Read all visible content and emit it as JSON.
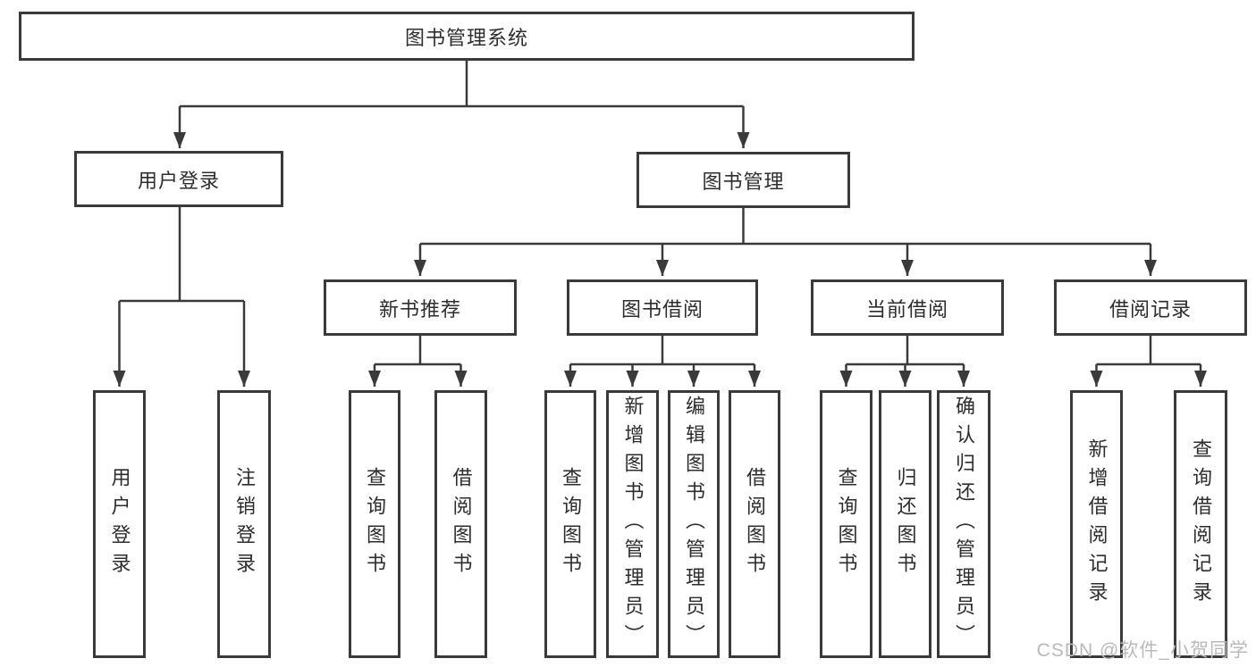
{
  "watermark": "CSDN @软件_小贺同学",
  "colors": {
    "line": "#3a3a3a",
    "box_border": "#3a3a3a",
    "text": "#2d2d2d",
    "watermark": "#b9b9b9",
    "background": "#ffffff"
  },
  "tree": {
    "root": {
      "label": "图书管理系统"
    },
    "login_branch": {
      "label": "用户登录",
      "children": [
        {
          "label": "用户登录"
        },
        {
          "label": "注销登录"
        }
      ]
    },
    "management_branch": {
      "label": "图书管理",
      "modules": [
        {
          "label": "新书推荐",
          "children": [
            {
              "label": "查询图书"
            },
            {
              "label": "借阅图书"
            }
          ]
        },
        {
          "label": "图书借阅",
          "children": [
            {
              "label": "查询图书"
            },
            {
              "label": "新增图书（管理员）"
            },
            {
              "label": "编辑图书（管理员）"
            },
            {
              "label": "借阅图书"
            }
          ]
        },
        {
          "label": "当前借阅",
          "children": [
            {
              "label": "查询图书"
            },
            {
              "label": "归还图书"
            },
            {
              "label": "确认归还（管理员）"
            }
          ]
        },
        {
          "label": "借阅记录",
          "children": [
            {
              "label": "新增借阅记录"
            },
            {
              "label": "查询借阅记录"
            }
          ]
        }
      ]
    }
  }
}
